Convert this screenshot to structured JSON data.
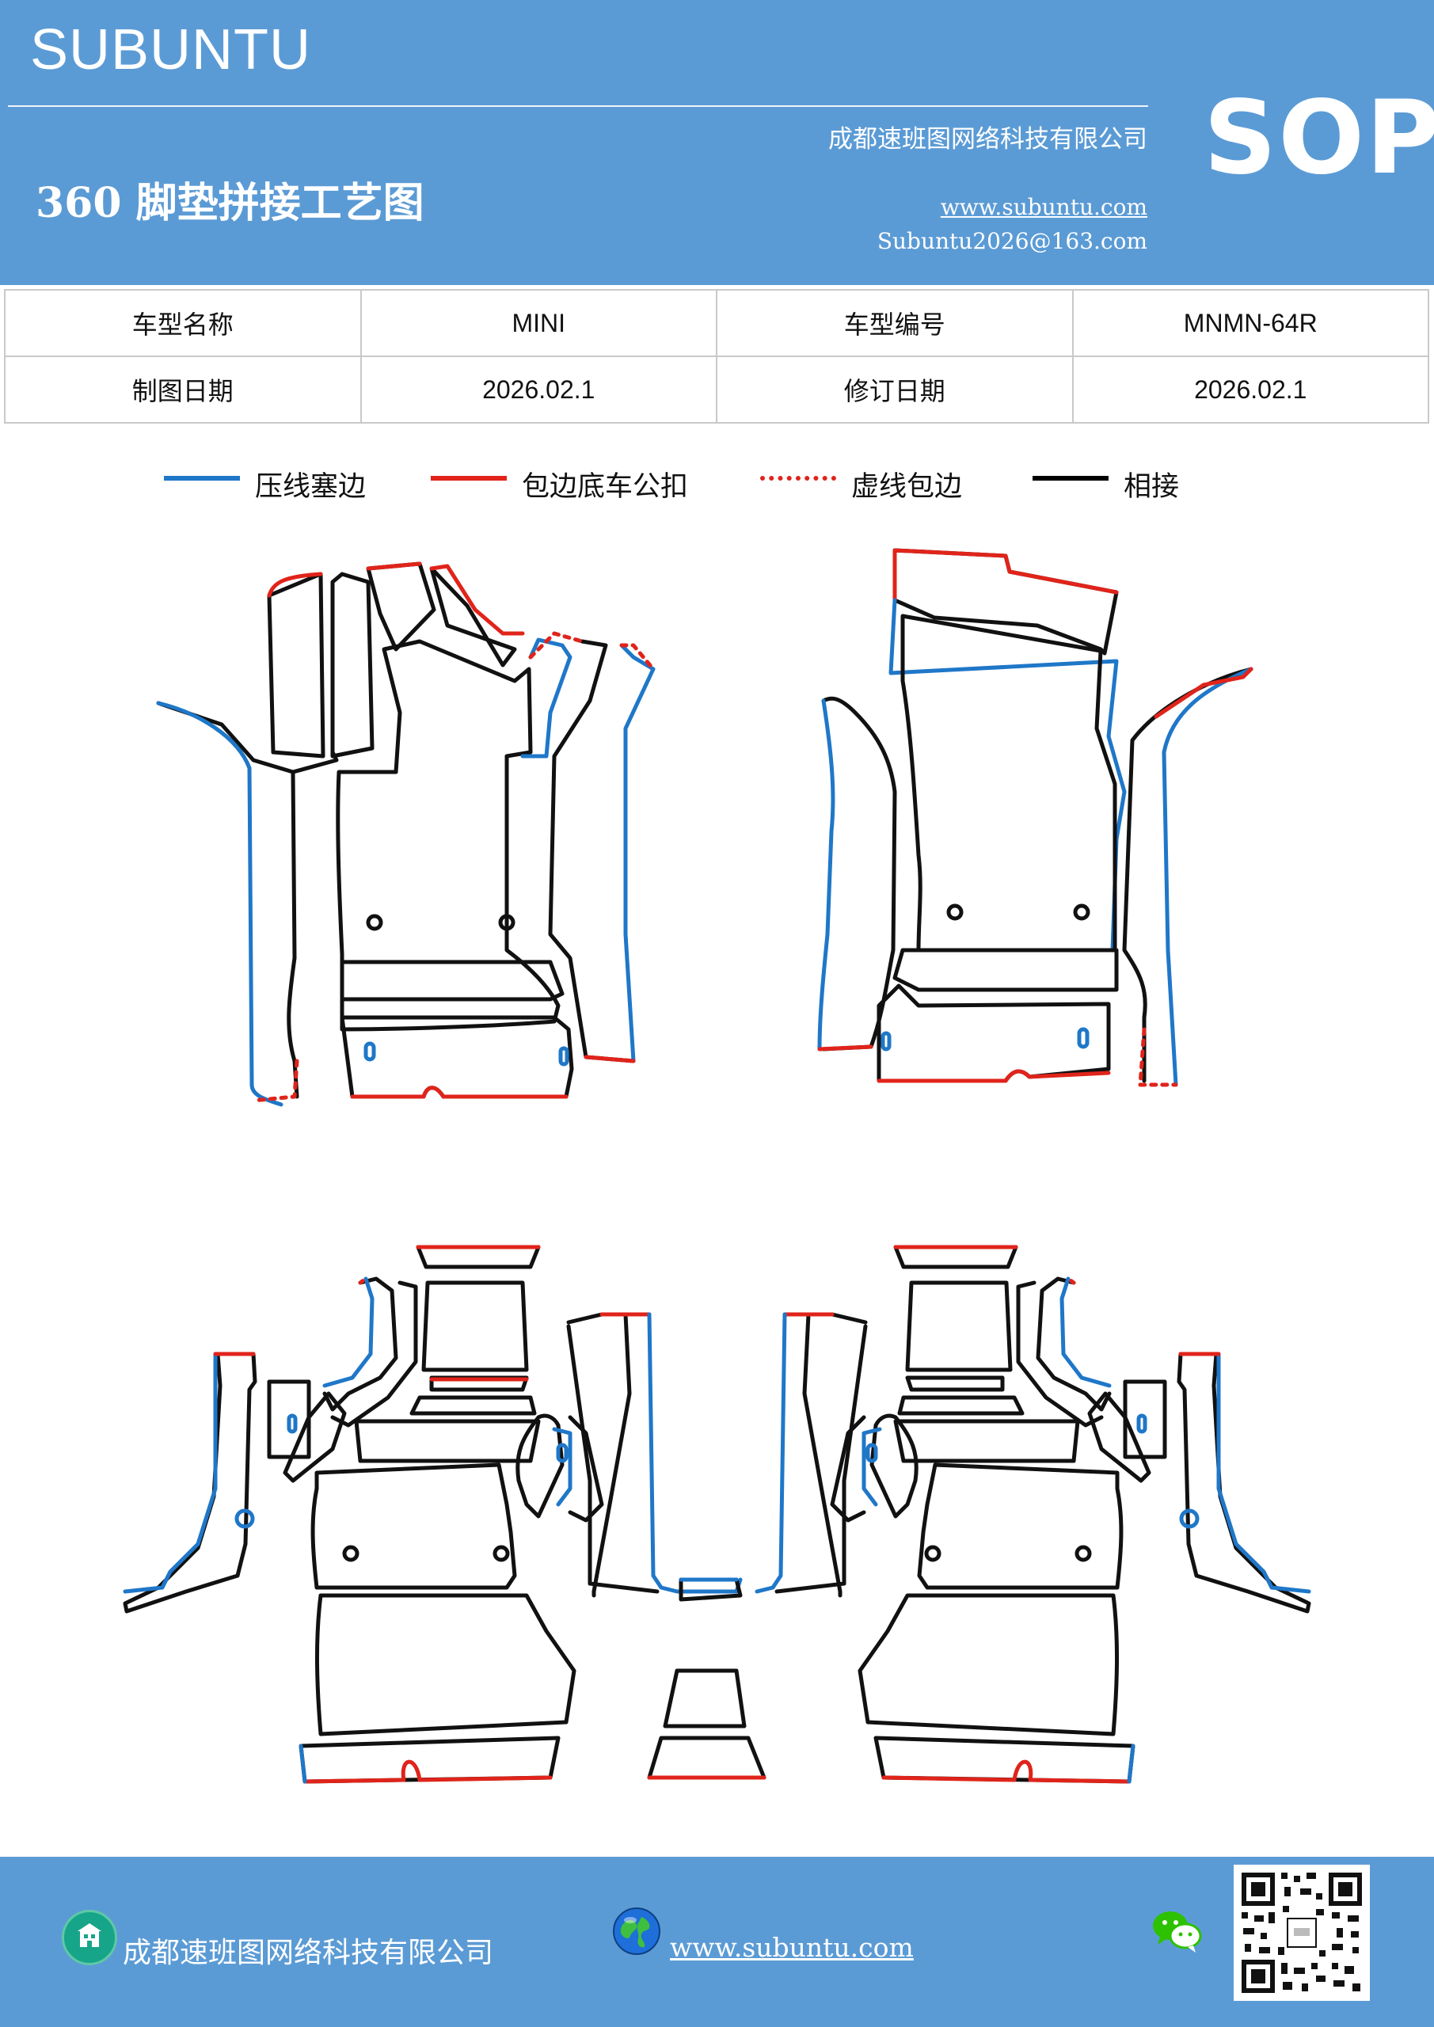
{
  "header": {
    "brand": "SUBUNTU",
    "company": "成都速班图网络科技有限公司",
    "title": "360 脚垫拼接工艺图",
    "website": "www.subuntu.com",
    "email": "Subuntu2026@163.com",
    "badge": "SOP"
  },
  "info_table": {
    "rows": [
      [
        "车型名称",
        "MINI",
        "车型编号",
        "MNMN-64R"
      ],
      [
        "制图日期",
        "2026.02.1",
        "修订日期",
        "2026.02.1"
      ]
    ]
  },
  "legend": {
    "items": [
      {
        "label": "压线塞边",
        "color": "#1f77c8",
        "style": "solid"
      },
      {
        "label": "包边底车公扣",
        "color": "#e0241b",
        "style": "solid"
      },
      {
        "label": "虚线包边",
        "color": "#e0241b",
        "style": "dotted"
      },
      {
        "label": "相接",
        "color": "#000000",
        "style": "solid"
      }
    ]
  },
  "colors": {
    "header_bg": "#5b9bd5",
    "line_blue": "#1f77c8",
    "line_red": "#e0241b",
    "line_black": "#111111"
  },
  "footer": {
    "company": "成都速班图网络科技有限公司",
    "website": "www.subuntu.com",
    "company_icon": "building-icon",
    "web_icon": "globe-icon",
    "social_icon": "wechat-icon",
    "qr": "qr-code"
  }
}
